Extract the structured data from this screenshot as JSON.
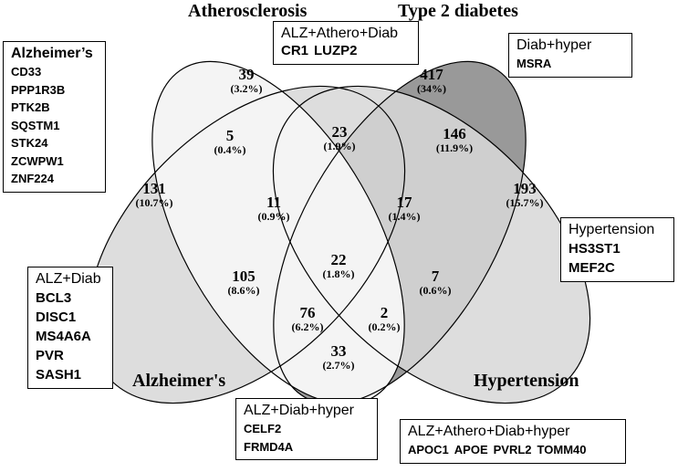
{
  "sets": {
    "atherosclerosis": "Atherosclerosis",
    "diabetes": "Type 2 diabetes",
    "alzheimers": "Alzheimer's",
    "hypertension": "Hypertension"
  },
  "regions": {
    "athero_only": {
      "count": "39",
      "percent": "(3.2%)"
    },
    "diab_only": {
      "count": "417",
      "percent": "(34%)"
    },
    "alz_only": {
      "count": "131",
      "percent": "(10.7%)"
    },
    "hyper_only": {
      "count": "193",
      "percent": "(15.7%)"
    },
    "alz_athero": {
      "count": "5",
      "percent": "(0.4%)"
    },
    "athero_diab": {
      "count": "23",
      "percent": "(1.9%)"
    },
    "diab_hyper": {
      "count": "146",
      "percent": "(11.9%)"
    },
    "alz_athero_diab": {
      "count": "11",
      "percent": "(0.9%)"
    },
    "athero_diab_hyper": {
      "count": "17",
      "percent": "(1.4%)"
    },
    "all_four": {
      "count": "22",
      "percent": "(1.8%)"
    },
    "alz_diab": {
      "count": "105",
      "percent": "(8.6%)"
    },
    "athero_hyper": {
      "count": "7",
      "percent": "(0.6%)"
    },
    "alz_diab_hyper": {
      "count": "76",
      "percent": "(6.2%)"
    },
    "alz_athero_hyper": {
      "count": "2",
      "percent": "(0.2%)"
    },
    "alz_hyper": {
      "count": "33",
      "percent": "(2.7%)"
    }
  },
  "boxes": {
    "alz": {
      "title": "Alzheimer’s",
      "genes": [
        "CD33",
        "PPP1R3B",
        "PTK2B",
        "SQSTM1",
        "STK24",
        "ZCWPW1",
        "ZNF224"
      ]
    },
    "alz_athero_diab": {
      "title": "ALZ+Athero+Diab",
      "genes": [
        "CR1",
        "LUZP2"
      ]
    },
    "diab_hyper": {
      "title": "Diab+hyper",
      "genes": [
        "MSRA"
      ]
    },
    "hypertension": {
      "title": "Hypertension",
      "genes": [
        "HS3ST1",
        "MEF2C"
      ]
    },
    "alz_diab": {
      "title": "ALZ+Diab",
      "genes": [
        "BCL3",
        "DISC1",
        "MS4A6A",
        "PVR",
        "SASH1"
      ]
    },
    "alz_diab_hyper": {
      "title": "ALZ+Diab+hyper",
      "genes": [
        "CELF2",
        "FRMD4A"
      ]
    },
    "all_four": {
      "title": "ALZ+Athero+Diab+hyper",
      "genes": [
        "APOC1",
        "APOE",
        "PVRL2",
        "TOMM40"
      ]
    }
  },
  "colors": {
    "alzheimers_fill": "#dddddd",
    "hypertension_fill": "#dddddd",
    "atherosclerosis_fill": "#f4f4f4",
    "diabetes_only_fill": "#999999",
    "diab_hyper_fill": "#cfcfcf",
    "outline": "#000000"
  }
}
